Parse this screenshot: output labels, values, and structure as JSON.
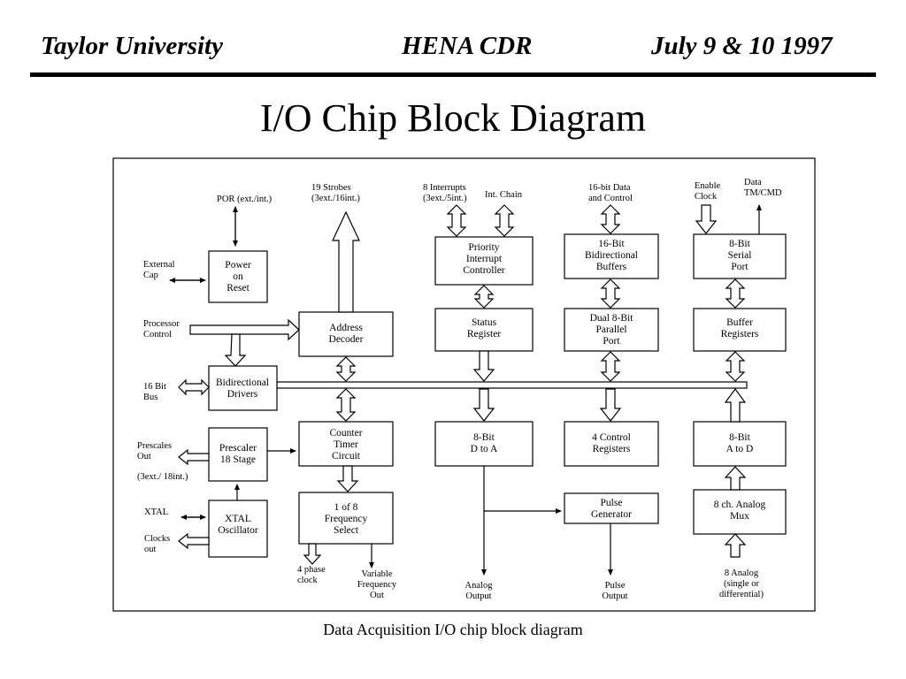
{
  "header": {
    "left": "Taylor University",
    "center": "HENA CDR",
    "right": "July 9 & 10 1997"
  },
  "title": "I/O Chip Block Diagram",
  "caption": "Data Acquisition I/O chip block diagram",
  "blocks": {
    "por": [
      "Power",
      "on",
      "Reset"
    ],
    "addr": [
      "Address",
      "Decoder"
    ],
    "bidi": [
      "Bidirectional",
      "Drivers"
    ],
    "prescaler": [
      "Prescaler",
      "18 Stage"
    ],
    "counter": [
      "Counter",
      "Timer",
      "Circuit"
    ],
    "freq": [
      "1 of 8",
      "Frequency",
      "Select"
    ],
    "xtal": [
      "XTAL",
      "Oscillator"
    ],
    "priority": [
      "Priority",
      "Interrupt",
      "Controller"
    ],
    "status": [
      "Status",
      "Register"
    ],
    "dtoa": [
      "8-Bit",
      "D to A"
    ],
    "buf16": [
      "16-Bit",
      "Bidirectional",
      "Buffers"
    ],
    "dual": [
      "Dual 8-Bit",
      "Parallel",
      "Port"
    ],
    "ctrl4": [
      "4 Control",
      "Registers"
    ],
    "pulse": [
      "Pulse",
      "Generator"
    ],
    "serial": [
      "8-Bit",
      "Serial",
      "Port"
    ],
    "bufreg": [
      "Buffer",
      "Registers"
    ],
    "atod": [
      "8-Bit",
      "A to D"
    ],
    "mux": [
      "8 ch. Analog",
      "Mux"
    ]
  },
  "labels": {
    "por_ext": "POR (ext./int.)",
    "strobes": [
      "19 Strobes",
      "(3ext./16int.)"
    ],
    "interrupts": [
      "8 Interrupts",
      "(3ext./5int.)"
    ],
    "int_chain": "Int. Chain",
    "data16": [
      "16-bit Data",
      "and Control"
    ],
    "enable_clock": [
      "Enable",
      "Clock"
    ],
    "data_tm": [
      "Data",
      "TM/CMD"
    ],
    "ext_cap": [
      "External",
      "Cap"
    ],
    "proc_ctrl": [
      "Processor",
      "Control"
    ],
    "bus16": [
      "16 Bit",
      "Bus"
    ],
    "prescales_out": [
      "Prescales",
      "Out"
    ],
    "prescales_note": "(3ext./ 18int.)",
    "xtal": "XTAL",
    "clocks_out": [
      "Clocks",
      "out"
    ],
    "phase_clock": [
      "4 phase",
      "clock"
    ],
    "var_freq": [
      "Variable",
      "Frequency",
      "Out"
    ],
    "analog_out": [
      "Analog",
      "Output"
    ],
    "pulse_out": [
      "Pulse",
      "Output"
    ],
    "analog_in": [
      "8 Analog",
      "(single or",
      "differential)"
    ]
  }
}
